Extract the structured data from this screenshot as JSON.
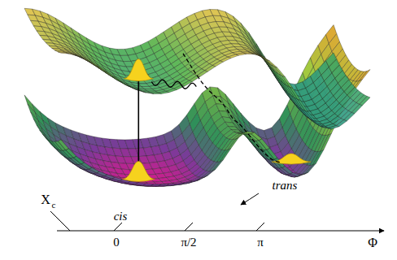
{
  "diagram": {
    "labels": [
      "trans",
      "cis",
      "X",
      "c",
      "0",
      "π/2",
      "π",
      "Φ"
    ]
  }
}
